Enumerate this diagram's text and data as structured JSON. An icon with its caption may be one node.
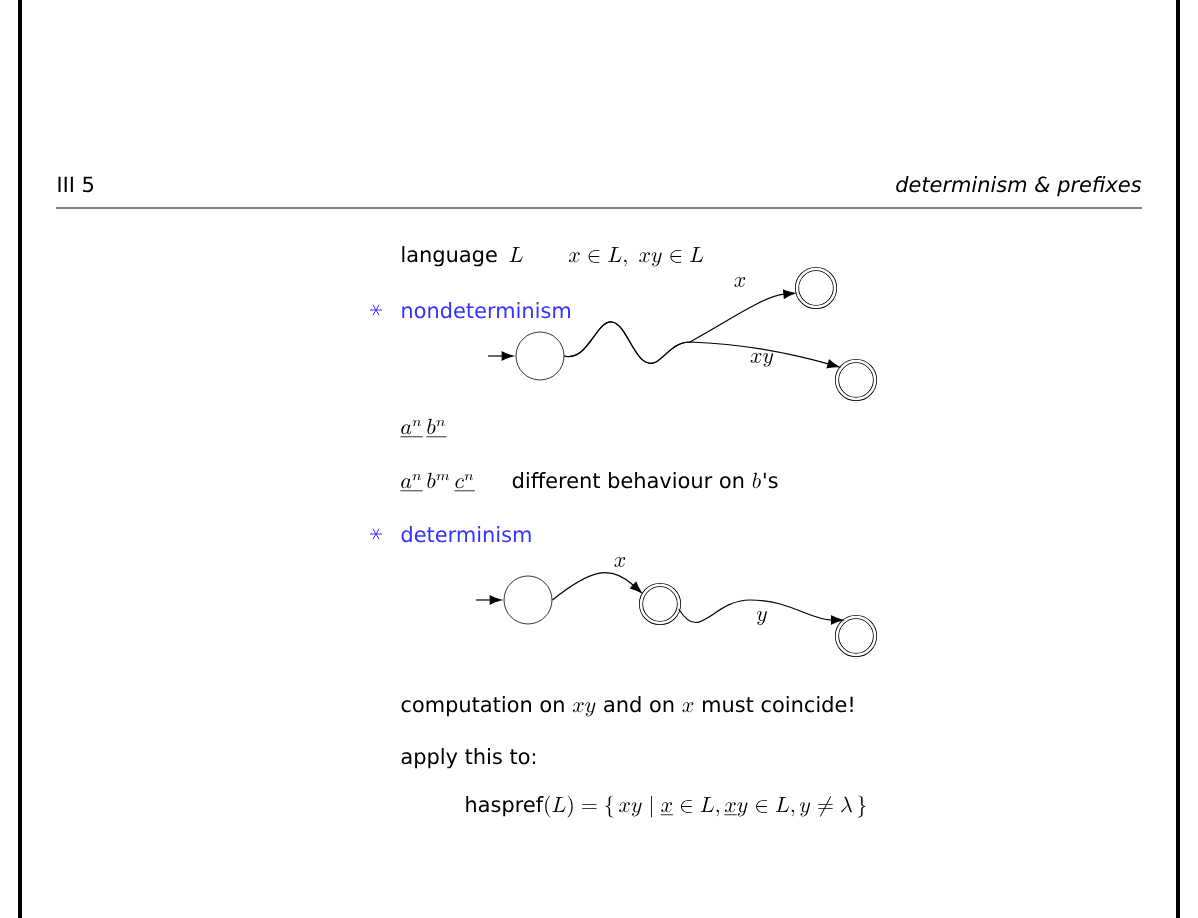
{
  "diagram": {
    "nodes": [
      {
        "text": [],
        "shape": "circle"
      },
      {
        "text": [],
        "shape": "double-circle"
      },
      {
        "text": [],
        "shape": "double-circle"
      },
      {
        "text": [],
        "shape": "circle"
      },
      {
        "text": [],
        "shape": "double-circle"
      },
      {
        "text": [],
        "shape": "double-circle"
      }
    ],
    "edges": [
      {
        "from": null,
        "to": 0,
        "arrow": "to"
      },
      {
        "from": 0,
        "to": 1,
        "arrow": "to",
        "label": "x"
      },
      {
        "from": 0,
        "to": 2,
        "arrow": "to",
        "label": "xy"
      },
      {
        "from": null,
        "to": 3,
        "arrow": "to"
      },
      {
        "from": 3,
        "to": 4,
        "arrow": "to",
        "label": "x"
      },
      {
        "from": 4,
        "to": 5,
        "arrow": "to",
        "label": "y"
      }
    ],
    "labels": [
      "III 5",
      "determinism & prefixes",
      "language",
      "L",
      "x \\in L,\\ xy \\in L",
      "nondeterminism",
      "\\underline{a^n}\\,\\underline{b^n}",
      "\\underline{a^n}\\,b^m\\,\\underline{c^n}",
      "different behaviour on",
      "b",
      "'s",
      "determinism",
      "computation on",
      "xy",
      "and on",
      "x",
      "must coincide!",
      "apply this to:",
      "\\mbox{haspref}(L) = \\{\\, xy \\mid \\underline{x} \\in L, \\underline{x}y \\in L, y \\neq \\lambda \\,\\}"
    ]
  }
}
